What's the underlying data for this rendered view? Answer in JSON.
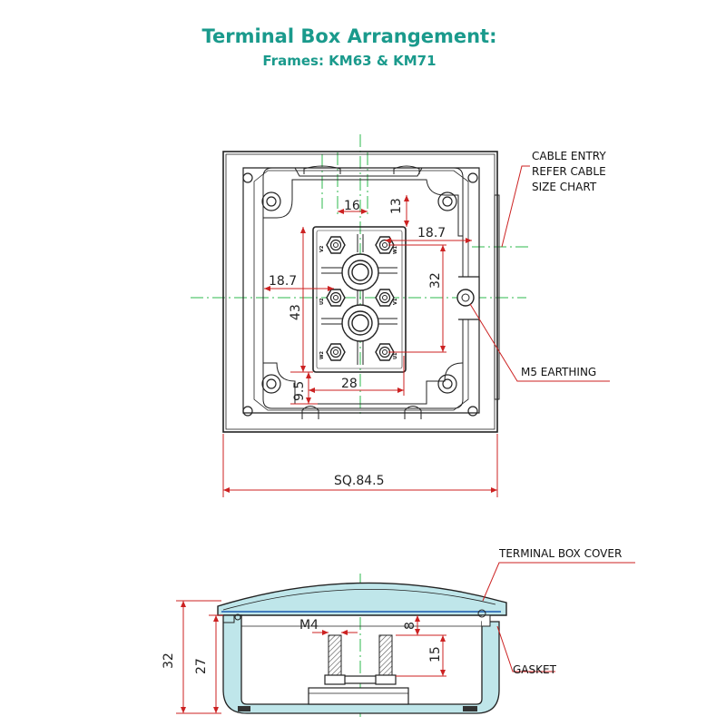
{
  "title": "Terminal Box Arrangement:",
  "subtitle": "Frames: KM63 & KM71",
  "dimensions": {
    "d16": "16",
    "d13": "13",
    "d18_7_right": "18.7",
    "d18_7_left": "18.7",
    "d32_top": "32",
    "d43": "43",
    "d28": "28",
    "d9_5": "9.5",
    "sq": "SQ.84.5",
    "m4": "M4",
    "d8": "8",
    "d15": "15",
    "d32_side": "32",
    "d27": "27"
  },
  "callouts": {
    "cable_entry": [
      "CABLE ENTRY",
      "REFER CABLE",
      "SIZE CHART"
    ],
    "earthing": "M5 EARTHING",
    "cover": "TERMINAL BOX COVER",
    "gasket": "GASKET"
  },
  "terminals": [
    "V2",
    "W1",
    "U2",
    "V1",
    "W2",
    "U1"
  ],
  "colors": {
    "title": "#1a9a8c",
    "centerline": "#2db84d",
    "dimension": "#cc2222",
    "outline": "#222222",
    "section_fill": "#bfe6ea"
  }
}
